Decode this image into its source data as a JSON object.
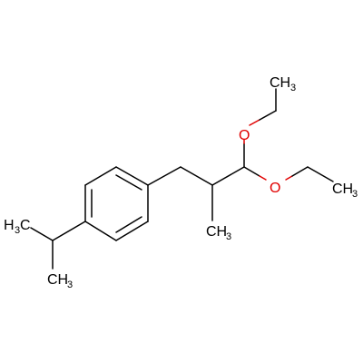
{
  "molecule": {
    "atom_labels": {
      "o1": "O",
      "o2": "O",
      "me_ethyl1": {
        "main": "CH",
        "sub": "3"
      },
      "me_ethyl2": {
        "main": "CH",
        "sub": "3"
      },
      "me_chain": {
        "main": "CH",
        "sub": "3"
      },
      "me_iso_left": {
        "main": "H",
        "sub": "3",
        "tail": "C"
      },
      "me_iso_bottom": {
        "main": "CH",
        "sub": "3"
      }
    },
    "colors": {
      "bond": "#000000",
      "oxygen": "#e10000"
    }
  }
}
